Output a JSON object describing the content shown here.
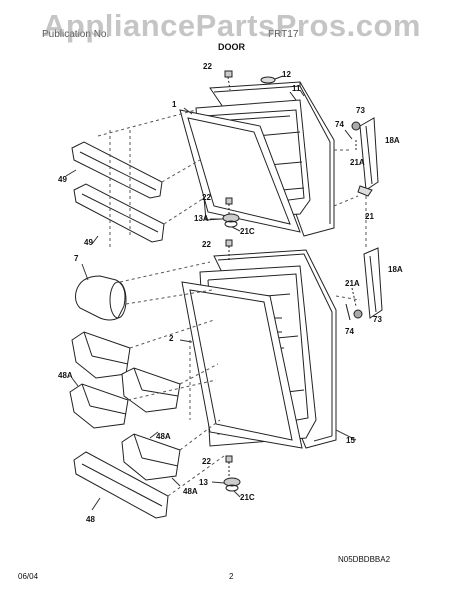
{
  "watermark": "AppliancePartsPros.com",
  "header": {
    "publication_label": "Publication No.",
    "model_label": "FRT17",
    "title": "DOOR"
  },
  "callouts": {
    "c22a": "22",
    "c12": "12",
    "c11": "11",
    "c1": "1",
    "c73a": "73",
    "c74a": "74",
    "c18a_top": "18A",
    "c21a_top": "21A",
    "c49a": "49",
    "c49b": "49",
    "c22b": "22",
    "c13a": "13A",
    "c21c_a": "21C",
    "c21": "21",
    "c22c": "22",
    "c7": "7",
    "c18a_bot": "18A",
    "c21a_bot": "21A",
    "c2": "2",
    "c74b": "74",
    "c73b": "73",
    "c48a_a": "48A",
    "c48a_b": "48A",
    "c15": "15",
    "c22d": "22",
    "c48a_c": "48A",
    "c13": "13",
    "c21c_b": "21C",
    "c48": "48"
  },
  "footer": {
    "diagram_code": "N05DBDBBA2",
    "date": "06/04",
    "page": "2"
  }
}
